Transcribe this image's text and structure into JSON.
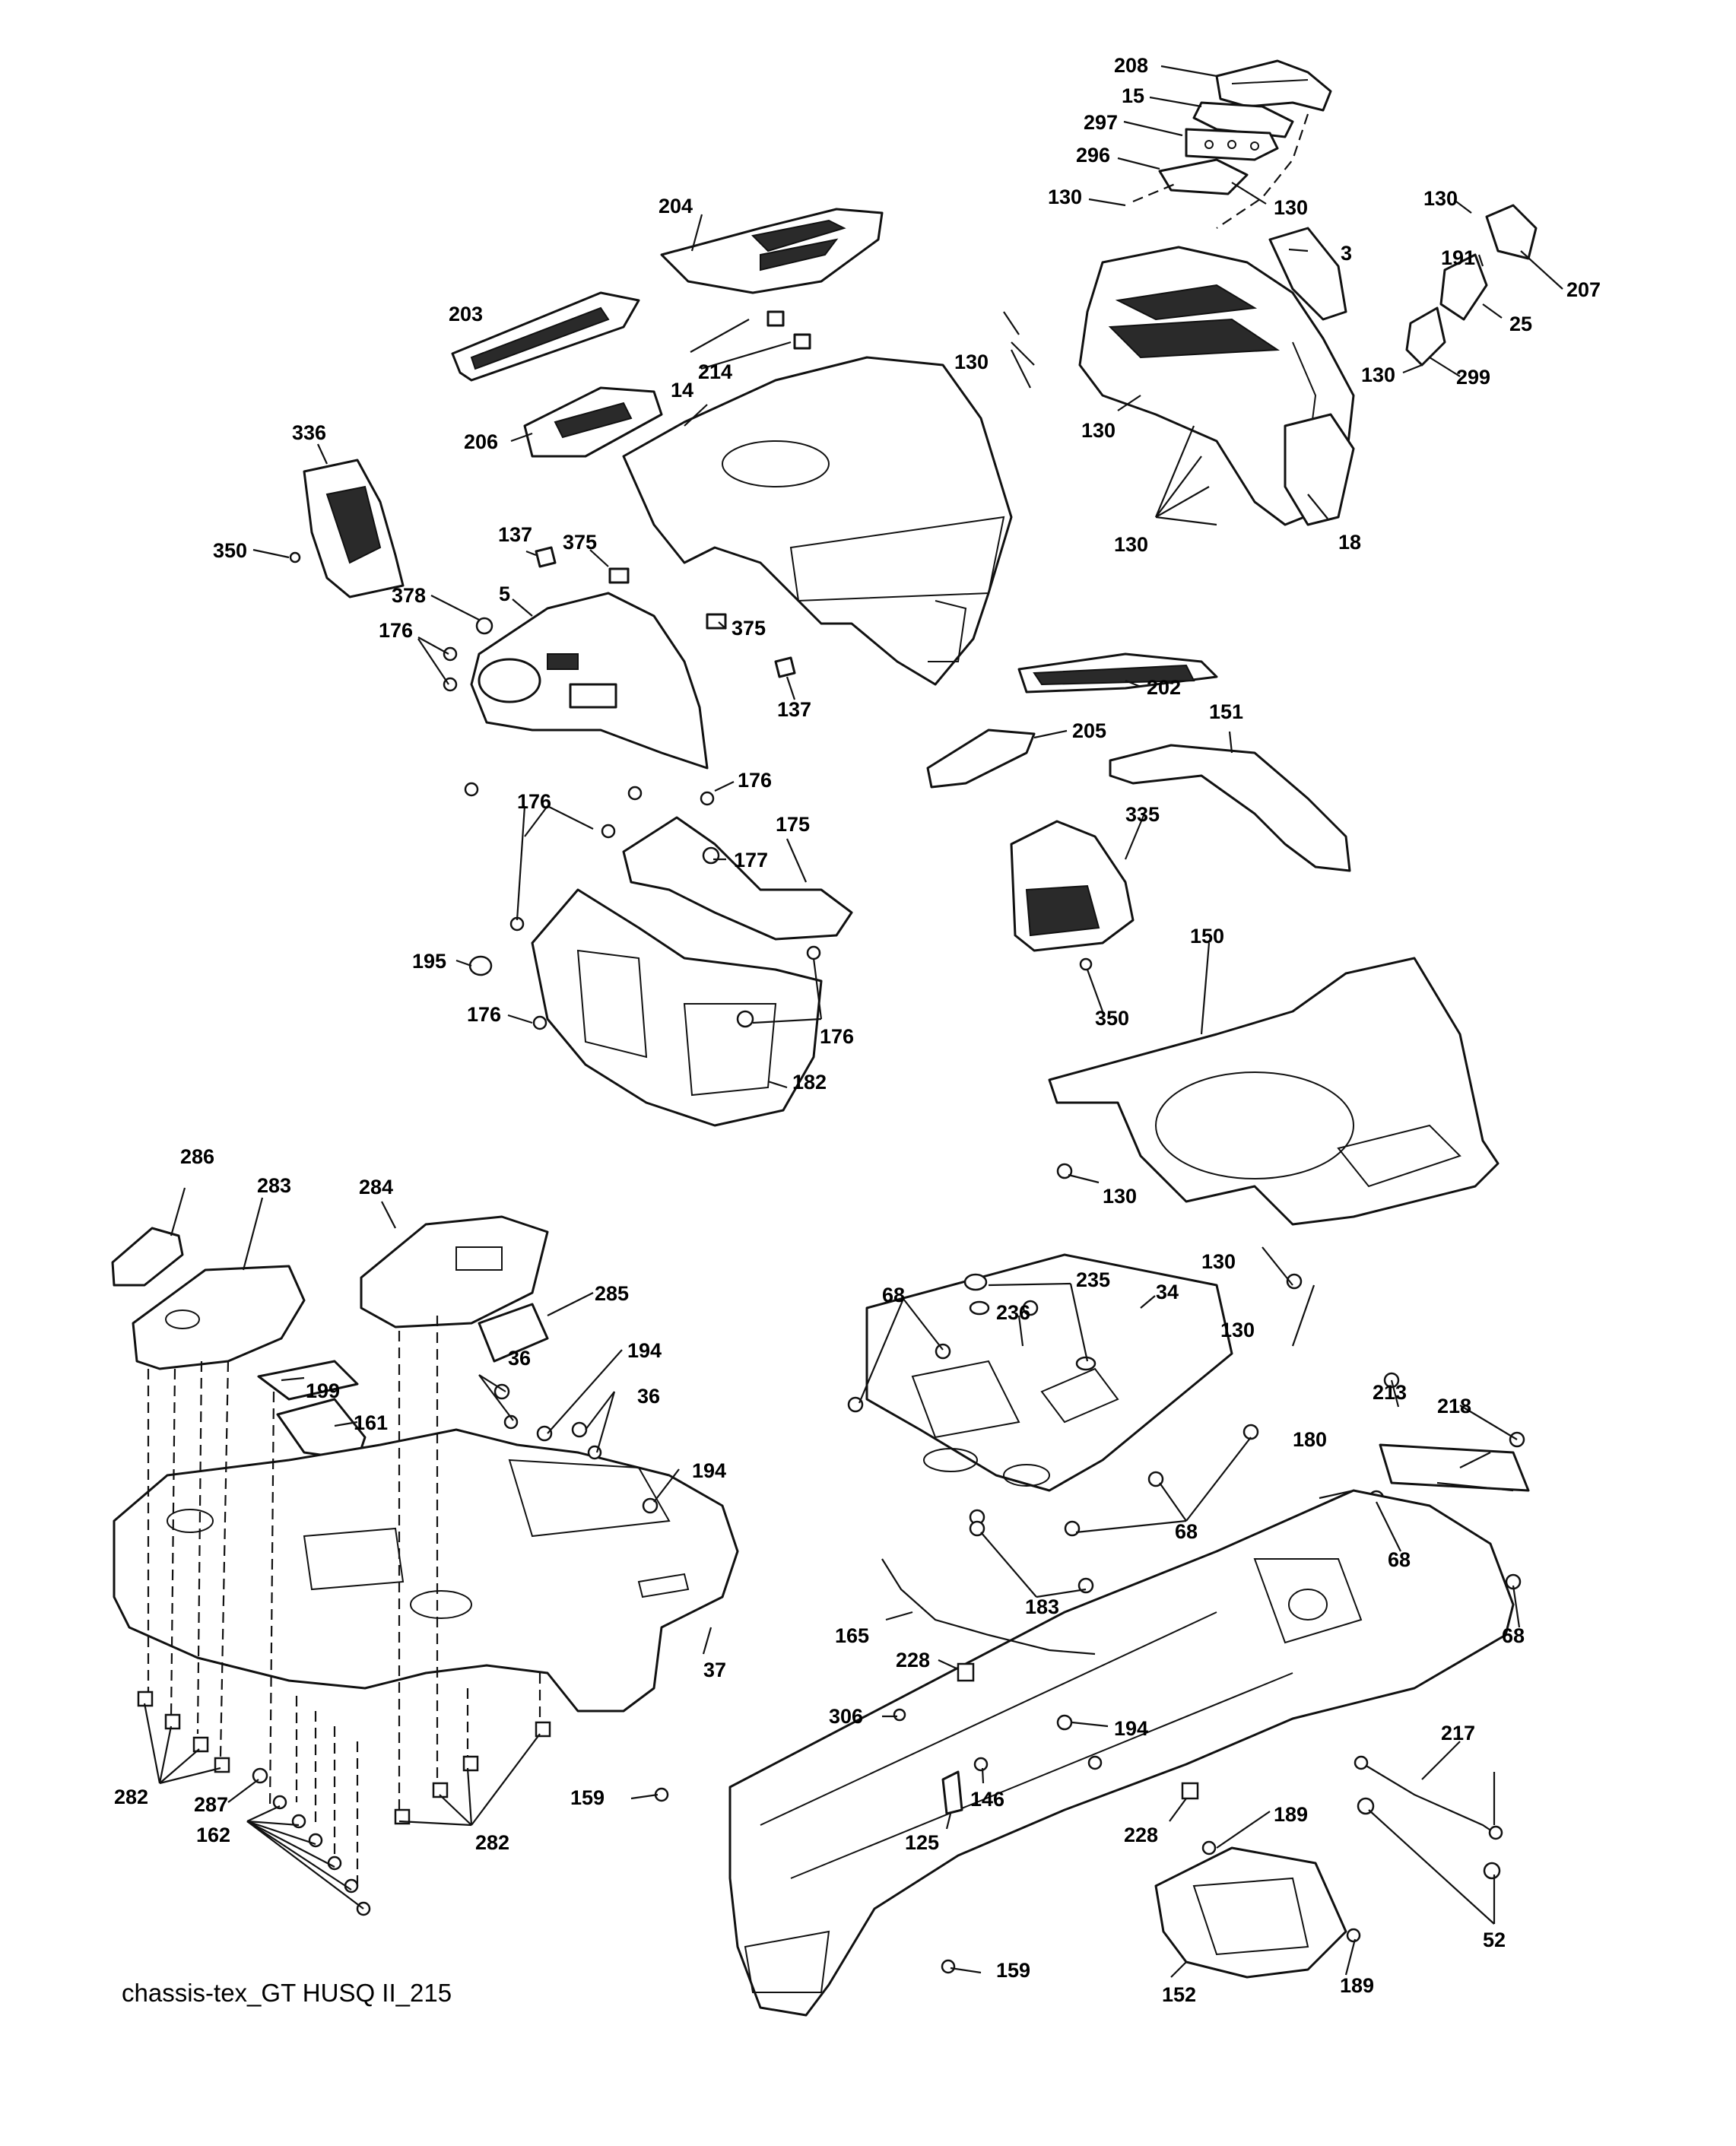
{
  "diagram": {
    "caption": "chassis-tex_GT HUSQ II_215",
    "callouts": {
      "c208": "208",
      "c15": "15",
      "c297": "297",
      "c296": "296",
      "c130_a": "130",
      "c130_b": "130",
      "c130_c": "130",
      "c130_d": "130",
      "c130_e": "130",
      "c130_f": "130",
      "c130_g": "130",
      "c130_h": "130",
      "c130_i": "130",
      "c204": "204",
      "c3": "3",
      "c191": "191",
      "c207": "207",
      "c25": "25",
      "c299": "299",
      "c203": "203",
      "c214": "214",
      "c14": "14",
      "c206": "206",
      "c336": "336",
      "c350_a": "350",
      "c350_b": "350",
      "c18": "18",
      "c137_a": "137",
      "c137_b": "137",
      "c375_a": "375",
      "c375_b": "375",
      "c378": "378",
      "c5": "5",
      "c176_a": "176",
      "c176_b": "176",
      "c176_c": "176",
      "c176_d": "176",
      "c176_e": "176",
      "c202": "202",
      "c205": "205",
      "c151": "151",
      "c175": "175",
      "c177": "177",
      "c335": "335",
      "c195": "195",
      "c182": "182",
      "c150": "150",
      "c286": "286",
      "c283": "283",
      "c284": "284",
      "c285": "285",
      "c199": "199",
      "c161": "161",
      "c36_a": "36",
      "c36_b": "36",
      "c194_a": "194",
      "c194_b": "194",
      "c194_c": "194",
      "c37": "37",
      "c282_a": "282",
      "c282_b": "282",
      "c287": "287",
      "c162": "162",
      "c68_a": "68",
      "c68_b": "68",
      "c68_c": "68",
      "c68_d": "68",
      "c235": "235",
      "c236": "236",
      "c34": "34",
      "c213": "213",
      "c218": "218",
      "c180": "180",
      "c183": "183",
      "c165": "165",
      "c228_a": "228",
      "c228_b": "228",
      "c306": "306",
      "c159_a": "159",
      "c159_b": "159",
      "c146": "146",
      "c125": "125",
      "c217": "217",
      "c189_a": "189",
      "c189_b": "189",
      "c52": "52",
      "c152": "152"
    }
  }
}
